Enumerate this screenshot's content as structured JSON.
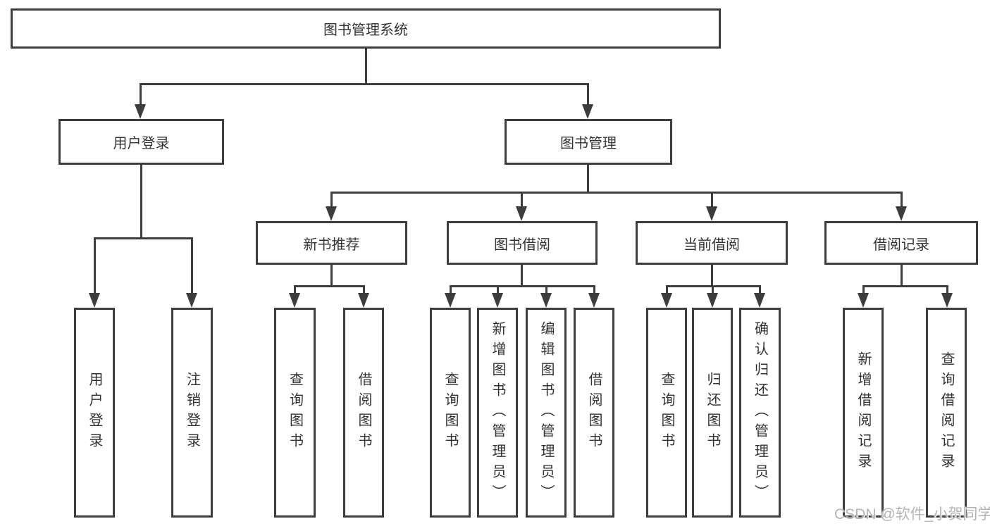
{
  "diagram_title": "图书管理系统",
  "tree": {
    "label": "图书管理系统",
    "children": [
      {
        "label": "用户登录",
        "children": [
          {
            "label": "用户登录"
          },
          {
            "label": "注销登录"
          }
        ]
      },
      {
        "label": "图书管理",
        "children": [
          {
            "label": "新书推荐",
            "children": [
              {
                "label": "查询图书"
              },
              {
                "label": "借阅图书"
              }
            ]
          },
          {
            "label": "图书借阅",
            "children": [
              {
                "label": "查询图书"
              },
              {
                "label": "新增图书（管理员）"
              },
              {
                "label": "编辑图书（管理员）"
              },
              {
                "label": "借阅图书"
              }
            ]
          },
          {
            "label": "当前借阅",
            "children": [
              {
                "label": "查询图书"
              },
              {
                "label": "归还图书"
              },
              {
                "label": "确认归还（管理员）"
              }
            ]
          },
          {
            "label": "借阅记录",
            "children": [
              {
                "label": "新增借阅记录"
              },
              {
                "label": "查询借阅记录"
              }
            ]
          }
        ]
      }
    ]
  },
  "watermark": {
    "text": "CSDN @软件_小贺同学"
  },
  "colors": {
    "line": "#3d3d3d",
    "text": "#333333",
    "watermark": "#b5b5b5",
    "background": "#ffffff"
  }
}
